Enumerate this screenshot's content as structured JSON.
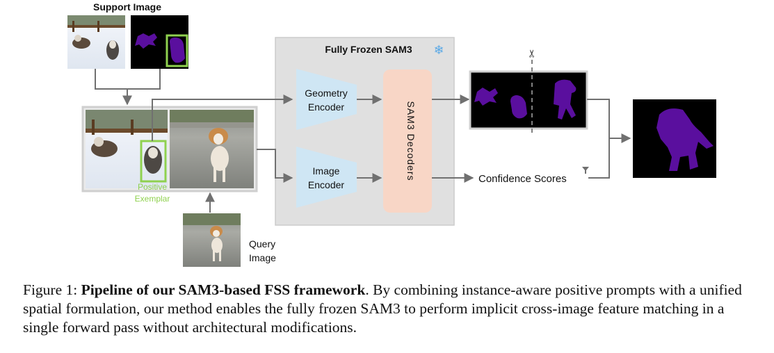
{
  "figure": {
    "support_image_label": "Support Image",
    "positive_exemplar_line1": "Positive",
    "positive_exemplar_line2": "Exemplar",
    "query_image_line1": "Query",
    "query_image_line2": "Image",
    "frozen_title": "Fully Frozen SAM3",
    "snowflake_glyph": "❄",
    "scissors_glyph": "✂",
    "geometry_encoder_line1": "Geometry",
    "geometry_encoder_line2": "Encoder",
    "image_encoder_line1": "Image",
    "image_encoder_line2": "Encoder",
    "decoders_label": "SAM3 Decoders",
    "confidence_label": "Confidence Scores"
  },
  "colors": {
    "mask_purple": "#5a0f9e",
    "exemplar_green": "#8fd14f",
    "encoder_blue": "#cfe6f4",
    "decoder_peach": "#f8d6c6",
    "frozen_bg": "#e0e0e0",
    "snowflake_blue": "#5aa9e6"
  },
  "caption": {
    "prefix": "Figure 1: ",
    "bold": "Pipeline of our SAM3-based FSS framework",
    "rest": ". By combining instance-aware positive prompts with a unified spatial formulation, our method enables the fully frozen SAM3 to perform implicit cross-image feature matching in a single forward pass without architectural modifications."
  }
}
